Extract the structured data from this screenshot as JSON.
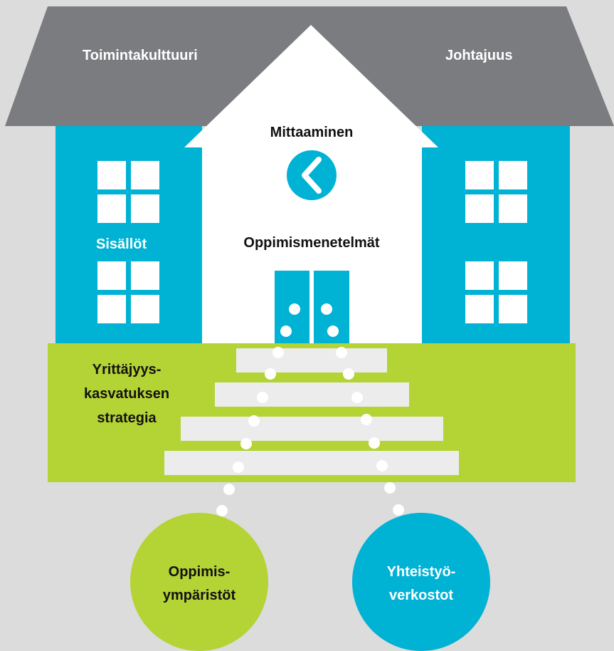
{
  "colors": {
    "background": "#dcdcdc",
    "roof": "#7b7c7f",
    "walls": "#00b2d4",
    "gable": "#ffffff",
    "lawn": "#b4d334",
    "steps": "#ececec",
    "path_dots": "#ffffff",
    "circle_left": "#b4d334",
    "circle_right": "#00b2d4"
  },
  "icons": {
    "center_badge": "chevron-left-icon",
    "windows": "window-icon",
    "door": "double-door-icon"
  },
  "labels": {
    "roof_left": "Toimintakulttuuri",
    "roof_right": "Johtajuus",
    "gable_top": "Mittaaminen",
    "gable_middle": "Oppimismenetelmät",
    "left_wall": "Sisällöt",
    "lawn_lines": [
      "Yrittäjyys-",
      "kasvatuksen",
      "strategia"
    ],
    "circle_left_lines": [
      "Oppimis-",
      "ympäristöt"
    ],
    "circle_right_lines": [
      "Yhteistyö-",
      "verkostot"
    ]
  }
}
